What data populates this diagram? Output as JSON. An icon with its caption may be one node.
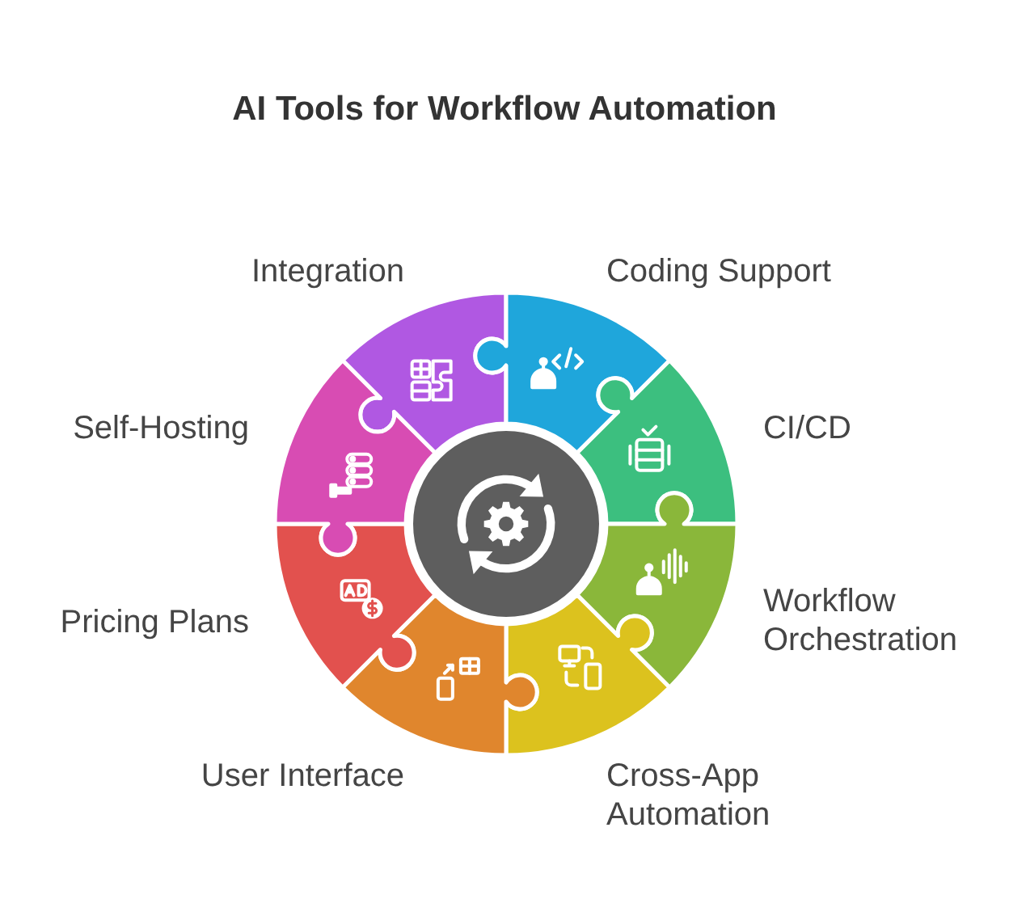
{
  "diagram": {
    "title": "AI Tools for Workflow Automation",
    "nodes": [
      {
        "text": [
          "Integration"
        ]
      },
      {
        "text": [
          "Coding Support"
        ]
      },
      {
        "text": [
          "CI/CD"
        ]
      },
      {
        "text": [
          "Workflow Orchestration"
        ]
      },
      {
        "text": [
          "Cross-App Automation"
        ]
      },
      {
        "text": [
          "User Interface"
        ]
      },
      {
        "text": [
          "Pricing Plans"
        ]
      },
      {
        "text": [
          "Self-Hosting"
        ]
      },
      {
        "text": [],
        "shape": "circle"
      }
    ]
  }
}
